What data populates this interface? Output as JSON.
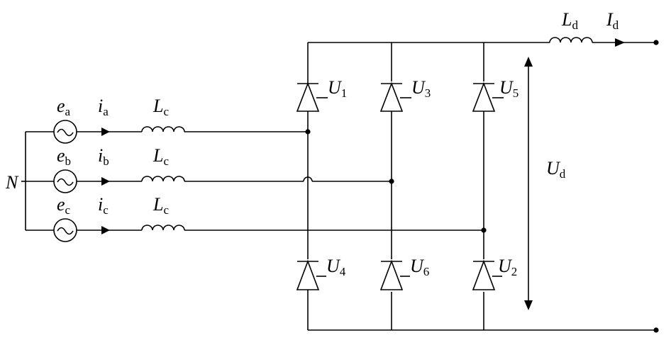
{
  "diagram": {
    "neutral_label": "N",
    "phases": [
      {
        "source": {
          "main": "e",
          "sub": "a"
        },
        "current": {
          "main": "i",
          "sub": "a"
        },
        "inductor": {
          "main": "L",
          "sub": "c"
        }
      },
      {
        "source": {
          "main": "e",
          "sub": "b"
        },
        "current": {
          "main": "i",
          "sub": "b"
        },
        "inductor": {
          "main": "L",
          "sub": "c"
        }
      },
      {
        "source": {
          "main": "e",
          "sub": "c"
        },
        "current": {
          "main": "i",
          "sub": "c"
        },
        "inductor": {
          "main": "L",
          "sub": "c"
        }
      }
    ],
    "switches": {
      "u1": {
        "main": "U",
        "sub": "1"
      },
      "u3": {
        "main": "U",
        "sub": "3"
      },
      "u5": {
        "main": "U",
        "sub": "5"
      },
      "u4": {
        "main": "U",
        "sub": "4"
      },
      "u6": {
        "main": "U",
        "sub": "6"
      },
      "u2": {
        "main": "U",
        "sub": "2"
      }
    },
    "dc_inductor": {
      "main": "L",
      "sub": "d"
    },
    "dc_current": {
      "main": "I",
      "sub": "d"
    },
    "dc_voltage": {
      "main": "U",
      "sub": "d"
    }
  },
  "colors": {
    "line": "#000000",
    "background": "#ffffff"
  },
  "icons": [
    "ac-source-icon",
    "inductor-icon",
    "diode-icon",
    "current-arrow-icon",
    "voltage-arrow-icon"
  ]
}
